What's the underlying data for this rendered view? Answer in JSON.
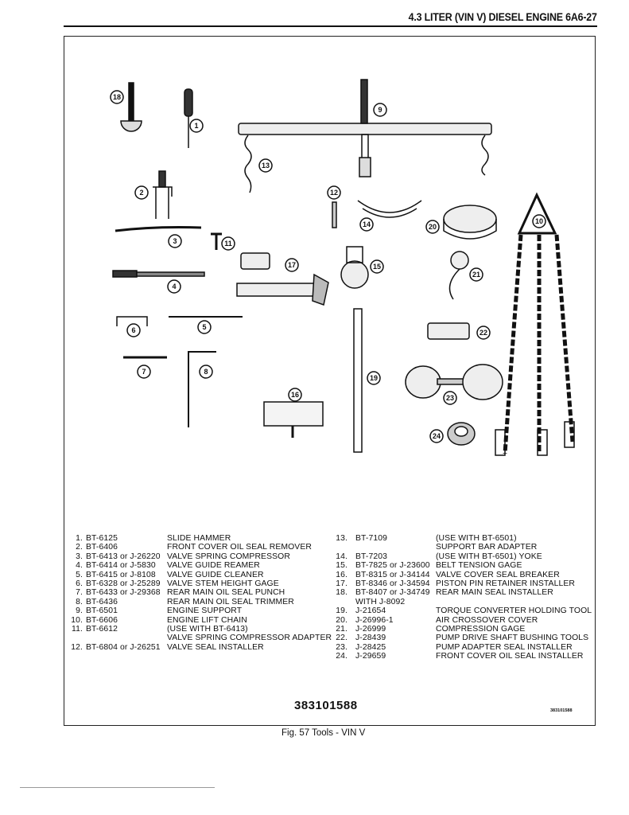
{
  "header": {
    "title": "4.3 LITER (VIN V) DIESEL ENGINE  6A6-27"
  },
  "callouts": [
    "18",
    "1",
    "9",
    "13",
    "2",
    "12",
    "14",
    "20",
    "10",
    "3",
    "11",
    "17",
    "15",
    "21",
    "4",
    "5",
    "6",
    "22",
    "7",
    "8",
    "19",
    "23",
    "16",
    "24"
  ],
  "tools_left": [
    {
      "num": "1.",
      "part": "BT-6125",
      "desc": [
        "SLIDE HAMMER"
      ]
    },
    {
      "num": "2.",
      "part": "BT-6406",
      "desc": [
        "FRONT COVER OIL SEAL REMOVER"
      ]
    },
    {
      "num": "3.",
      "part": "BT-6413 or J-26220",
      "desc": [
        "VALVE SPRING COMPRESSOR"
      ]
    },
    {
      "num": "4.",
      "part": "BT-6414 or J-5830",
      "desc": [
        "VALVE GUIDE REAMER"
      ]
    },
    {
      "num": "5.",
      "part": "BT-6415 or J-8108",
      "desc": [
        "VALVE GUIDE CLEANER"
      ]
    },
    {
      "num": "6.",
      "part": "BT-6328 or J-25289",
      "desc": [
        "VALVE STEM HEIGHT GAGE"
      ]
    },
    {
      "num": "7.",
      "part": "BT-6433 or J-29368",
      "desc": [
        "REAR MAIN OIL SEAL PUNCH"
      ]
    },
    {
      "num": "8.",
      "part": "BT-6436",
      "desc": [
        "REAR MAIN OIL SEAL TRIMMER"
      ]
    },
    {
      "num": "9.",
      "part": "BT-6501",
      "desc": [
        "ENGINE SUPPORT"
      ]
    },
    {
      "num": "10.",
      "part": "BT-6606",
      "desc": [
        "ENGINE LIFT CHAIN"
      ]
    },
    {
      "num": "11.",
      "part": "BT-6612",
      "desc": [
        "(USE WITH BT-6413)",
        "VALVE SPRING COMPRESSOR ADAPTER"
      ]
    },
    {
      "num": "12.",
      "part": "BT-6804 or J-26251",
      "desc": [
        "VALVE SEAL INSTALLER"
      ]
    }
  ],
  "tools_right": [
    {
      "num": "13.",
      "part": "BT-7109",
      "desc": [
        "(USE WITH BT-6501)",
        "SUPPORT BAR ADAPTER"
      ]
    },
    {
      "num": "14.",
      "part": "BT-7203",
      "desc": [
        "(USE WITH BT-6501) YOKE"
      ]
    },
    {
      "num": "15.",
      "part": "BT-7825 or J-23600",
      "desc": [
        "BELT TENSION GAGE"
      ]
    },
    {
      "num": "16.",
      "part": "BT-8315 or J-34144",
      "desc": [
        "VALVE COVER SEAL BREAKER"
      ]
    },
    {
      "num": "17.",
      "part": "BT-8346 or J-34594",
      "desc": [
        "PISTON PIN RETAINER INSTALLER"
      ]
    },
    {
      "num": "18.",
      "part": "BT-8407 or J-34749",
      "part2": "WITH J-8092",
      "desc": [
        "REAR MAIN SEAL INSTALLER",
        ""
      ]
    },
    {
      "num": "19.",
      "part": "J-21654",
      "desc": [
        "TORQUE CONVERTER HOLDING TOOL"
      ]
    },
    {
      "num": "20.",
      "part": "J-26996-1",
      "desc": [
        "AIR CROSSOVER COVER"
      ]
    },
    {
      "num": "21.",
      "part": "J-26999",
      "desc": [
        "COMPRESSION GAGE"
      ]
    },
    {
      "num": "22.",
      "part": "J-28439",
      "desc": [
        "PUMP DRIVE SHAFT BUSHING TOOLS"
      ]
    },
    {
      "num": "23.",
      "part": "J-28425",
      "desc": [
        "PUMP ADAPTER SEAL INSTALLER"
      ]
    },
    {
      "num": "24.",
      "part": "J-29659",
      "desc": [
        "FRONT COVER OIL SEAL INSTALLER"
      ]
    }
  ],
  "footer": {
    "doc_number": "383101588",
    "doc_number_small": "383101588",
    "caption": "Fig. 57 Tools - VIN V"
  }
}
